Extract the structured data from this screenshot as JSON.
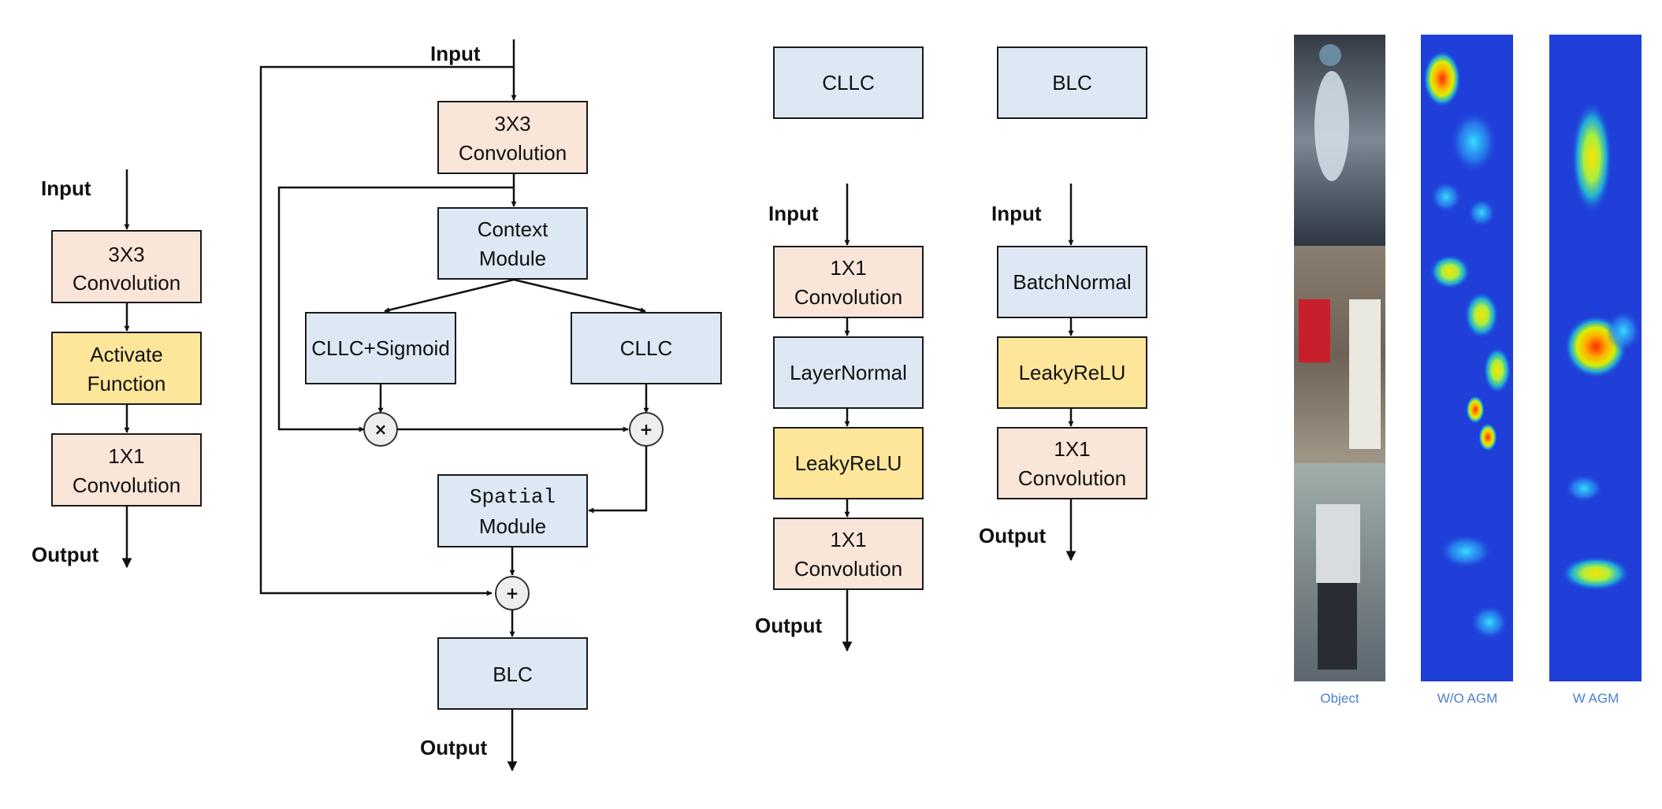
{
  "block_a": {
    "input": "Input",
    "conv3": [
      "3X3",
      "Convolution"
    ],
    "activate": [
      "Activate",
      "Function"
    ],
    "conv1": [
      "1X1",
      "Convolution"
    ],
    "output": "Output"
  },
  "block_b": {
    "input": "Input",
    "conv3": [
      "3X3",
      "Convolution"
    ],
    "context": [
      "Context",
      "Module"
    ],
    "cllc_sigmoid": "CLLC+Sigmoid",
    "cllc": "CLLC",
    "multiply": "×",
    "add": "+",
    "spatial": [
      "Spatial",
      "Module"
    ],
    "add2": "+",
    "blc": "BLC",
    "output": "Output"
  },
  "block_c": {
    "title": "CLLC",
    "input": "Input",
    "conv1a": [
      "1X1",
      "Convolution"
    ],
    "layernorm": "LayerNormal",
    "leaky": "LeakyReLU",
    "conv1b": [
      "1X1",
      "Convolution"
    ],
    "output": "Output"
  },
  "block_d": {
    "title": "BLC",
    "input": "Input",
    "batchnorm": "BatchNormal",
    "leaky": "LeakyReLU",
    "conv1": [
      "1X1",
      "Convolution"
    ],
    "output": "Output"
  },
  "heatmaps": {
    "captions": [
      "Object",
      "W/O AGM",
      "W AGM"
    ]
  }
}
